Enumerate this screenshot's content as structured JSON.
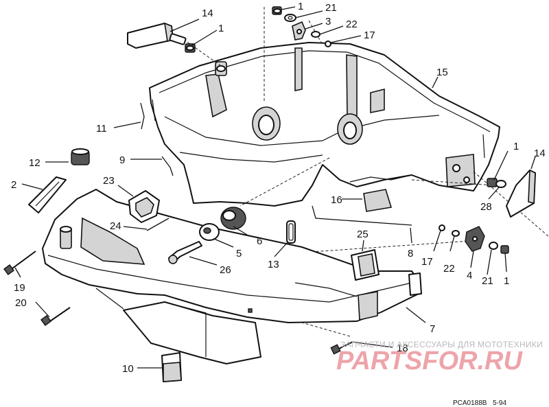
{
  "callouts": {
    "c1a": "1",
    "c21a": "21",
    "c3": "3",
    "c22a": "22",
    "c17a": "17",
    "c14a": "14",
    "c1b": "1",
    "c15": "15",
    "c11": "11",
    "c9": "9",
    "c12": "12",
    "c2": "2",
    "c23": "23",
    "c24": "24",
    "c6": "6",
    "c5": "5",
    "c26": "26",
    "c13": "13",
    "c16": "16",
    "c25": "25",
    "c8": "8",
    "c17b": "17",
    "c22b": "22",
    "c4": "4",
    "c21b": "21",
    "c1c": "1",
    "c1d": "1",
    "c14b": "14",
    "c28": "28",
    "c19": "19",
    "c20": "20",
    "c7": "7",
    "c18": "18",
    "c10": "10"
  },
  "watermark": {
    "tagline": "ЗАПЧАСТИ И АКСЕССУАРЫ ДЛЯ МОТОТЕХНИКИ",
    "brand": "PARTSFOR.RU"
  },
  "drawing_code": "PCA0188B",
  "drawing_date": "5-94"
}
